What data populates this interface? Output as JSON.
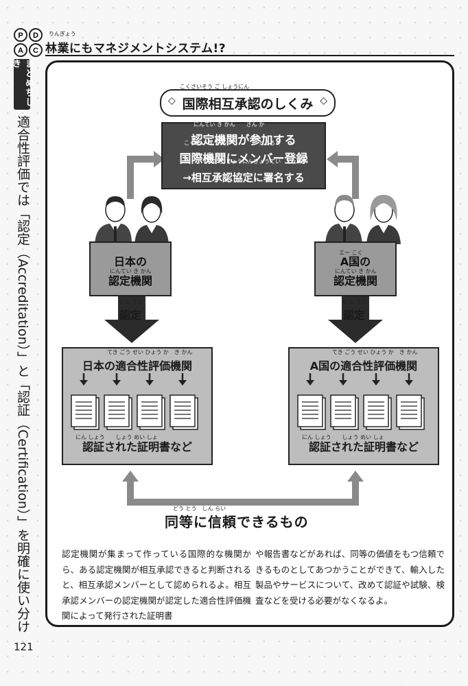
{
  "header": {
    "title": "林業にもマネジメントシステム!?",
    "ruby": "りんぎょう",
    "badge_letters": [
      "P",
      "D",
      "A",
      "C"
    ]
  },
  "sidebar": {
    "tag": "まとめちしき",
    "text": "適合性評価では「認定（Accreditation）」と「認証（Certification）」を明確に使い分けている。"
  },
  "page_number": "121",
  "diagram": {
    "title": "国際相互承認のしくみ",
    "title_ruby": "こくさいそう ご しょうにん",
    "top_box_lines": [
      "認定機関が参加する",
      "国際機関にメンバー登録",
      "→相互承認協定に署名する"
    ],
    "top_box_ruby": [
      "にんてい き かん　　さん か",
      "こくさい き かん　　　　　　とうろく",
      "そう ご しょうにんきょうてい　しょめい"
    ],
    "left_org": {
      "line1": "日本の",
      "line2": "認定機関",
      "ruby": "にんてい き かん"
    },
    "right_org": {
      "line1": "A国の",
      "line2": "認定機関",
      "ruby1": "エー こく",
      "ruby2": "にんてい き かん"
    },
    "accredit_label": "認定",
    "accredit_ruby": "にん てい",
    "left_cab": {
      "title": "日本の適合性評価機関",
      "subtitle": "認証された証明書など"
    },
    "right_cab": {
      "title": "A国の適合性評価機関",
      "subtitle": "認証された証明書など"
    },
    "cab_ruby": "てき ごう せい ひょう か　き かん",
    "sub_ruby": "にん しょう　　しょう めい しょ",
    "bottom_label": "同等に信頼できるもの",
    "bottom_ruby": "どう とう　しん らい"
  },
  "body_text": {
    "left": "認定機関が集まって作っている国際的な機関から、ある認定機関が相互承認できると判断されると、相互承認メンバーとして認められるよ。相互承認メンバーの認定機関が認定した適合性評価機関によって発行された証明書",
    "right": "や報告書などがあれば、同等の価値をもつ信頼できるものとしてあつかうことができて、輸入した製品やサービスについて、改めて認証や試験、検査などを受ける必要がなくなるよ。"
  },
  "colors": {
    "dark_box": "#4a4a4a",
    "org_box": "#9a9a9a",
    "cab_box": "#bdbdbd",
    "arrow": "#8a8a8a"
  }
}
